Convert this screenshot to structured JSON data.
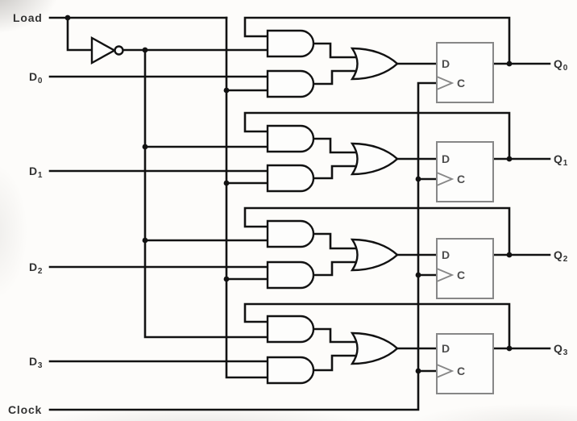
{
  "labels": {
    "load": "Load",
    "clock": "Clock",
    "flip_flop": {
      "data_pin": "D",
      "clock_pin": "C"
    },
    "data_inputs": [
      {
        "base": "D",
        "sub": "0"
      },
      {
        "base": "D",
        "sub": "1"
      },
      {
        "base": "D",
        "sub": "2"
      },
      {
        "base": "D",
        "sub": "3"
      }
    ],
    "outputs": [
      {
        "base": "Q",
        "sub": "0"
      },
      {
        "base": "Q",
        "sub": "1"
      },
      {
        "base": "Q",
        "sub": "2"
      },
      {
        "base": "Q",
        "sub": "3"
      }
    ]
  },
  "colors": {
    "wire": "#121212",
    "label": "#333333",
    "ff_outline": "#878787",
    "ff_text": "#4e4e4e",
    "bg": "#fdfcfa"
  }
}
